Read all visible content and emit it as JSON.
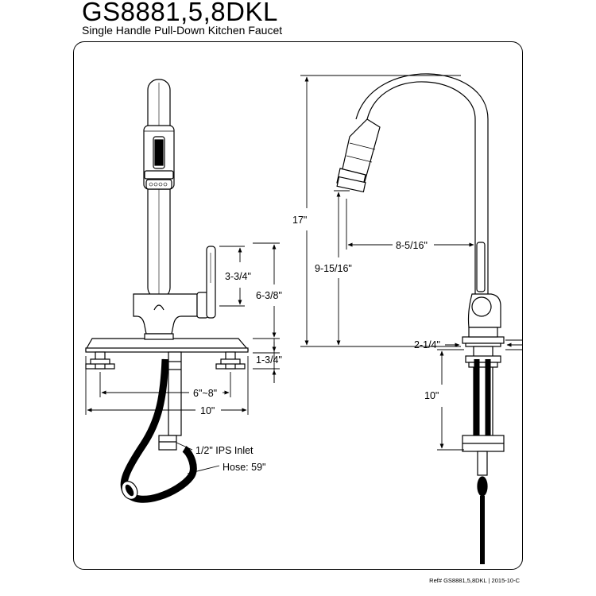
{
  "header": {
    "model": "GS8881,5,8DKL",
    "description": "Single Handle Pull-Down Kitchen Faucet"
  },
  "footer": {
    "reference": "Ref# GS8881,5,8DKL | 2015-10-C"
  },
  "front_view": {
    "dims": {
      "lever_height": "3-3/4\"",
      "body_height": "6-3/8\"",
      "deck_thickness": "1-3/4\"",
      "hole_spacing": "6\"~8\"",
      "plate_width": "10\""
    },
    "callouts": {
      "inlet": "1/2\" IPS Inlet",
      "hose": "Hose: 59\""
    }
  },
  "side_view": {
    "dims": {
      "overall_height": "17\"",
      "spout_clearance": "9-15/16\"",
      "spout_reach": "8-5/16\"",
      "base_diameter": "2-1/4\"",
      "shank_length": "10\""
    }
  }
}
